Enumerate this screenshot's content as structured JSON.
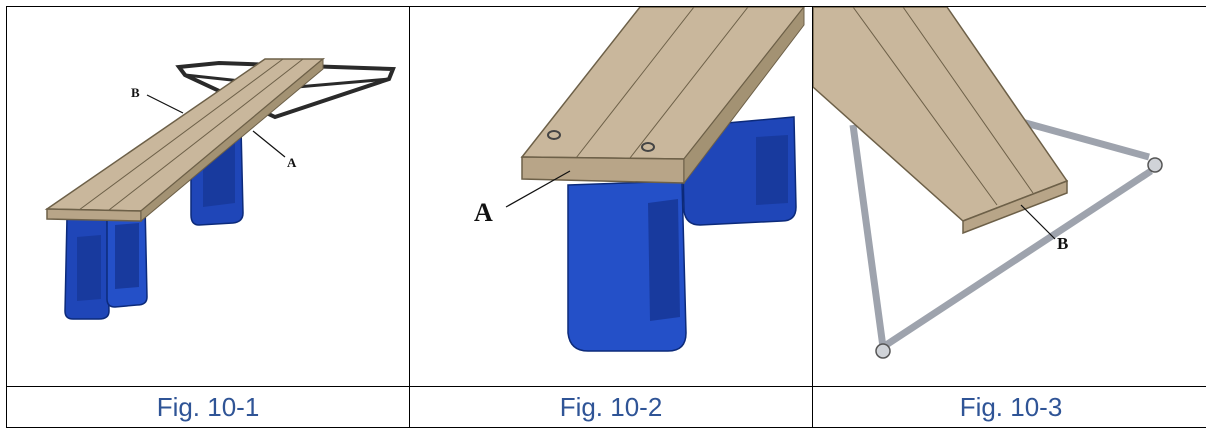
{
  "figures": [
    {
      "caption": "Fig. 10-1",
      "labels": {
        "a": "A",
        "b": "B"
      }
    },
    {
      "caption": "Fig. 10-2",
      "labels": {
        "a": "A"
      }
    },
    {
      "caption": "Fig. 10-3",
      "labels": {
        "b": "B"
      }
    }
  ],
  "colors": {
    "caption_blue": "#2f5496",
    "plank_top": "#c9b79c",
    "plank_side": "#b8a588",
    "float_blue": "#1f46b8",
    "frame_gray": "#9ea3ad"
  }
}
